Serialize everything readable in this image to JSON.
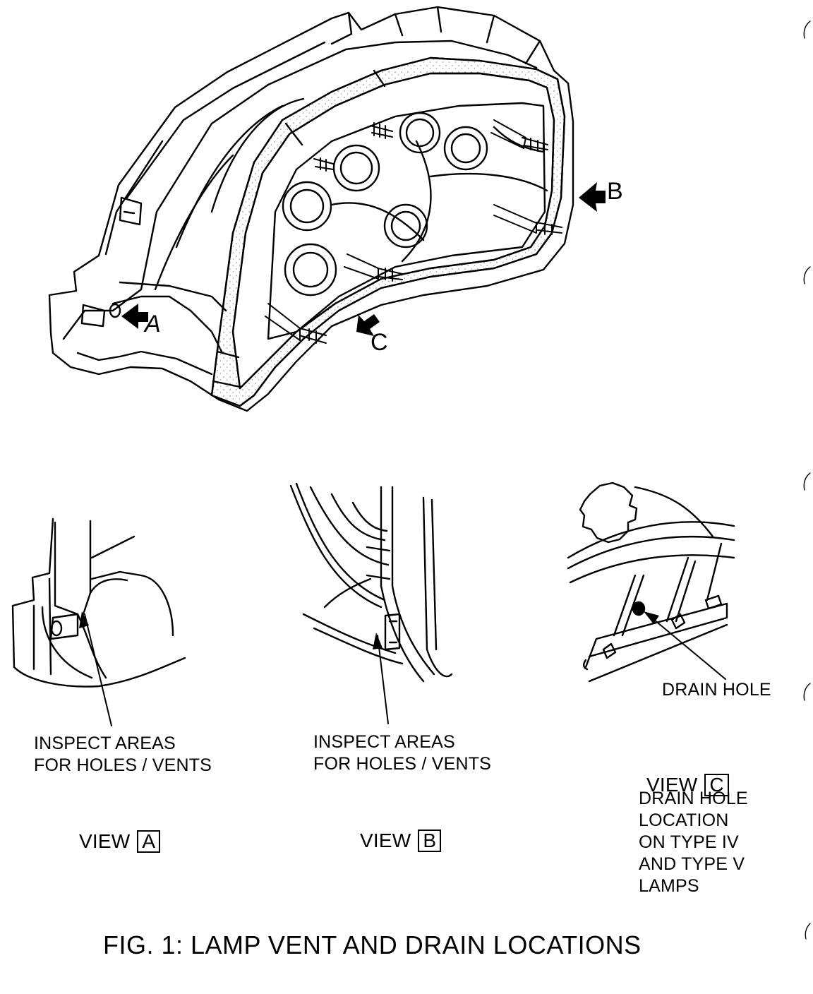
{
  "figure": {
    "caption": "FIG. 1:  LAMP VENT AND DRAIN LOCATIONS",
    "callouts": {
      "a": "A",
      "b": "B",
      "c": "C"
    }
  },
  "view_a": {
    "note": "INSPECT AREAS\nFOR HOLES / VENTS",
    "view_word": "VIEW",
    "view_letter": "A"
  },
  "view_b": {
    "note": "INSPECT AREAS\nFOR HOLES / VENTS",
    "view_word": "VIEW",
    "view_letter": "B"
  },
  "view_c": {
    "drain_label": "DRAIN HOLE",
    "view_word": "VIEW",
    "view_letter": "C",
    "description": "DRAIN HOLE\nLOCATION\nON TYPE IV\nAND TYPE V\nLAMPS"
  },
  "colors": {
    "ink": "#000000",
    "paper": "#ffffff",
    "dots": "#9a9a9a"
  },
  "icons": {
    "pointer": "solid-arrow-icon",
    "leader": "thin-arrow-icon"
  }
}
